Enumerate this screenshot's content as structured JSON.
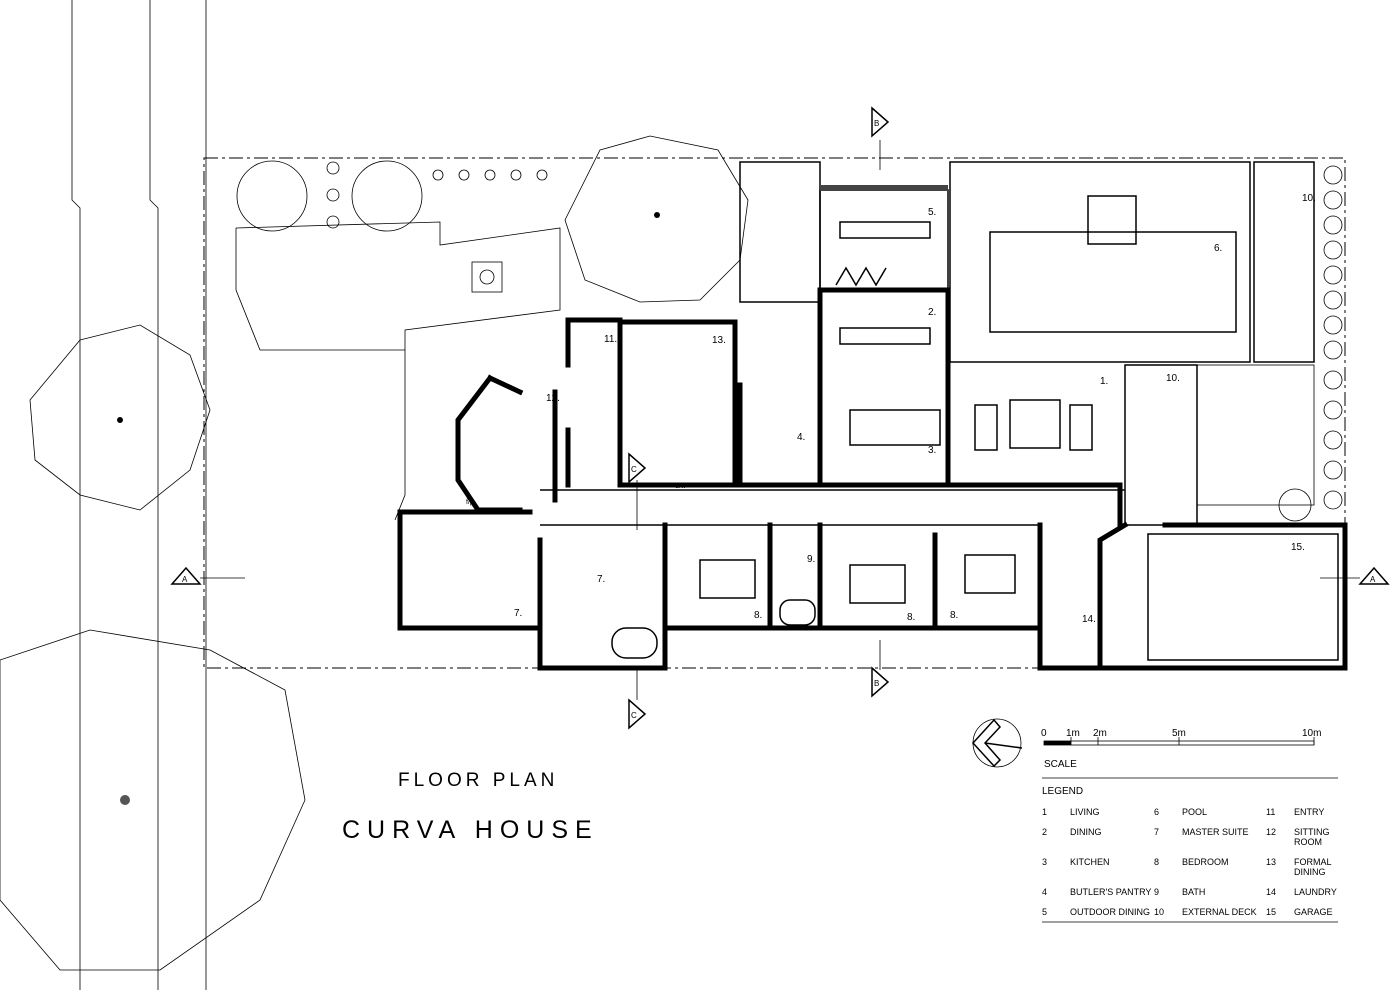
{
  "title": {
    "line1": "FLOOR PLAN",
    "line2": "CURVA HOUSE"
  },
  "scale": {
    "label": "SCALE",
    "ticks": [
      "0",
      "1m",
      "2m",
      "5m",
      "10m"
    ]
  },
  "legend": {
    "heading": "LEGEND",
    "items": [
      {
        "num": "1",
        "name": "LIVING"
      },
      {
        "num": "2",
        "name": "DINING"
      },
      {
        "num": "3",
        "name": "KITCHEN"
      },
      {
        "num": "4",
        "name": "BUTLER'S PANTRY"
      },
      {
        "num": "5",
        "name": "OUTDOOR DINING"
      },
      {
        "num": "6",
        "name": "POOL"
      },
      {
        "num": "7",
        "name": "MASTER SUITE"
      },
      {
        "num": "8",
        "name": "BEDROOM"
      },
      {
        "num": "9",
        "name": "BATH"
      },
      {
        "num": "10",
        "name": "EXTERNAL DECK"
      },
      {
        "num": "11",
        "name": "ENTRY"
      },
      {
        "num": "12",
        "name": "SITTING ROOM"
      },
      {
        "num": "13",
        "name": "FORMAL DINING"
      },
      {
        "num": "14",
        "name": "LAUNDRY"
      },
      {
        "num": "15",
        "name": "GARAGE"
      }
    ]
  },
  "room_labels": [
    "5.",
    "6.",
    "10.",
    "2.",
    "1.",
    "10.",
    "11.",
    "13.",
    "12.",
    "4.",
    "3.",
    "7.",
    "7.",
    "8.",
    "9.",
    "8.",
    "8.",
    "14.",
    "15."
  ],
  "section_markers": {
    "a": "A",
    "b": "B",
    "c": "C"
  },
  "appliance_labels": {
    "dw": "d/w",
    "fp": "f/p"
  },
  "north_icon": "north-arrow-icon"
}
